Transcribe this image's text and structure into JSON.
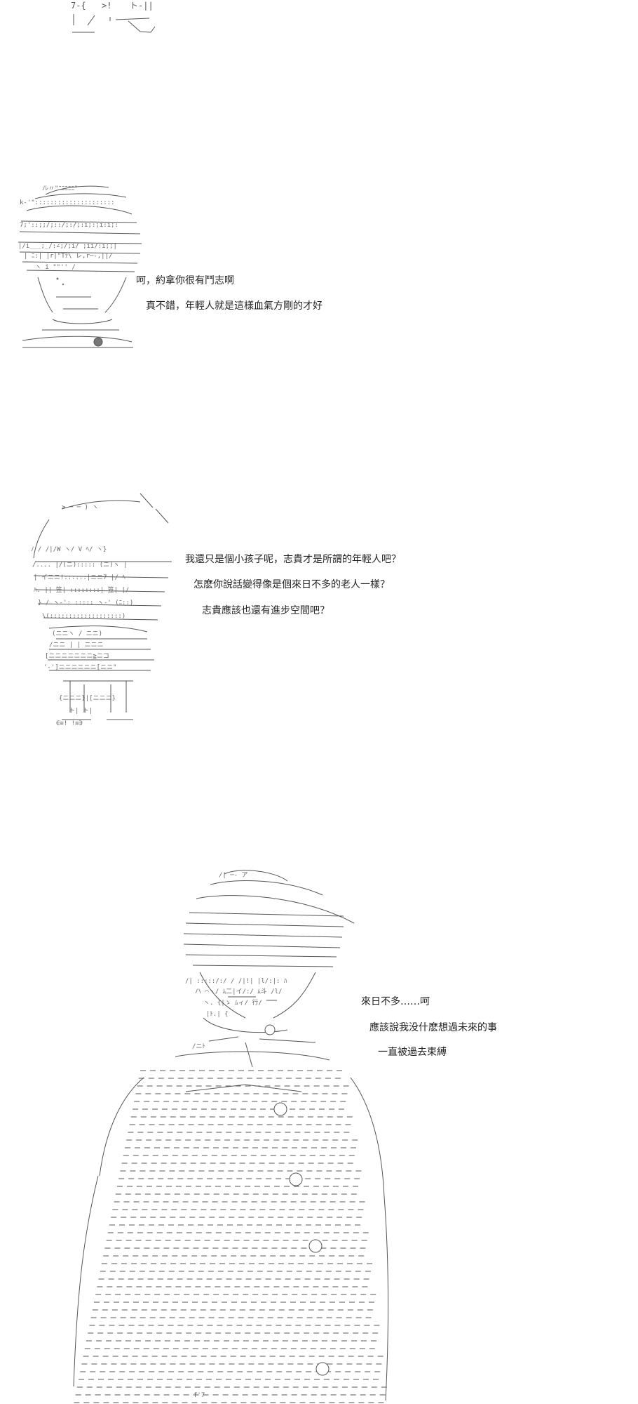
{
  "page": {
    "background": "#ffffff",
    "text_color": "#1f1f1f",
    "art_color": "#555555"
  },
  "panels": [
    {
      "id": "panel-top-fragment",
      "figure": "ascii-art-fragment",
      "lines": []
    },
    {
      "id": "panel-1",
      "figure": "ascii-art-man-headband",
      "lines": [
        "呵，約拿你很有鬥志啊",
        "真不錯，年輕人就是這樣血氣方剛的才好"
      ]
    },
    {
      "id": "panel-2",
      "figure": "ascii-art-child",
      "lines": [
        "我還只是個小孩子呢，志貴才是所謂的年輕人吧？",
        "怎麽你說話變得像是個來日不多的老人一樣？",
        "志貴應該也還有進步空間吧？"
      ]
    },
    {
      "id": "panel-3",
      "figure": "ascii-art-young-man",
      "lines": [
        "來日不多……呵",
        "應該說我没什麽想過未來的事",
        "一直被過去束縛"
      ]
    }
  ]
}
